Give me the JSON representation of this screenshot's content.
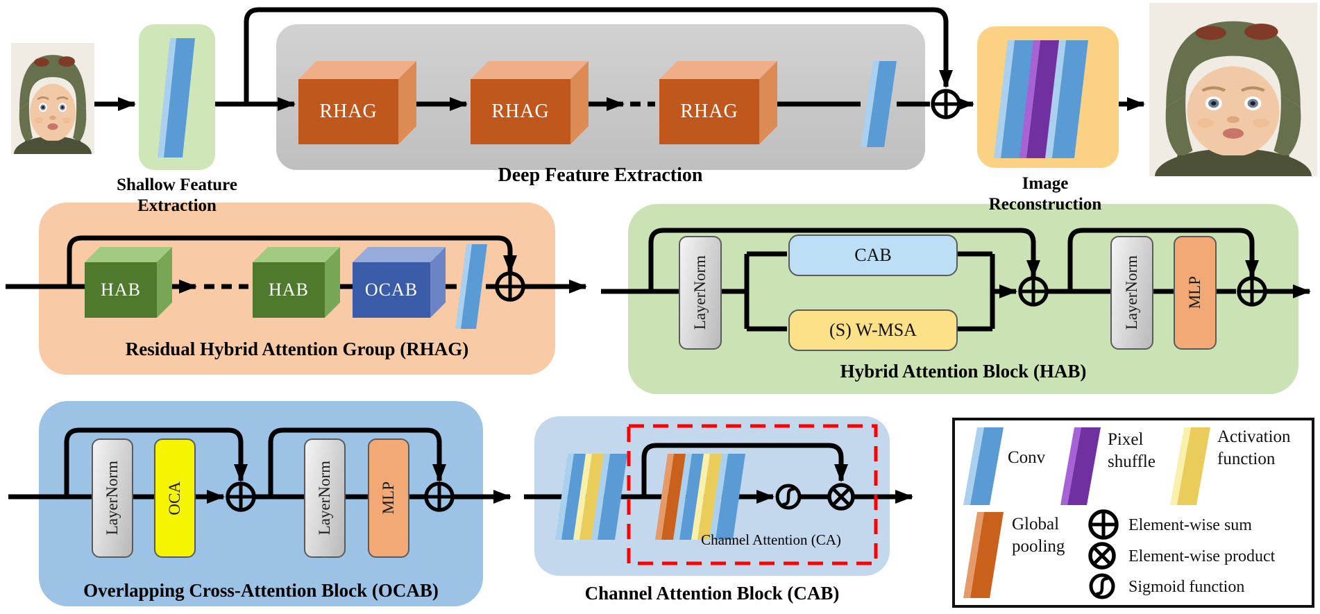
{
  "pipeline": {
    "shallow_line1": "Shallow Feature",
    "shallow_line2": "Extraction",
    "deep_label": "Deep Feature Extraction",
    "recon_line1": "Image",
    "recon_line2": "Reconstruction",
    "rhag1": "RHAG",
    "rhag2": "RHAG",
    "rhag3": "RHAG"
  },
  "rhag": {
    "title": "Residual Hybrid Attention Group (RHAG)",
    "hab1": "HAB",
    "hab2": "HAB",
    "ocab": "OCAB"
  },
  "hab": {
    "title": "Hybrid Attention Block (HAB)",
    "ln1": "LayerNorm",
    "cab": "CAB",
    "wmsa": "(S) W-MSA",
    "ln2": "LayerNorm",
    "mlp": "MLP"
  },
  "ocab": {
    "title": "Overlapping Cross-Attention Block (OCAB)",
    "ln1": "LayerNorm",
    "oca": "OCA",
    "ln2": "LayerNorm",
    "mlp": "MLP"
  },
  "cab": {
    "title": "Channel Attention Block (CAB)",
    "ca_label": "Channel Attention (CA)"
  },
  "legend": {
    "conv": "Conv",
    "pixel_shuffle_1": "Pixel",
    "pixel_shuffle_2": "shuffle",
    "activation_1": "Activation",
    "activation_2": "function",
    "global_1": "Global",
    "global_2": "pooling",
    "sum": "Element-wise sum",
    "product": "Element-wise product",
    "sigmoid": "Sigmoid function"
  },
  "colors": {
    "conv": {
      "face": "#5b9bd5",
      "edge": "#a9d0ef"
    },
    "pixel_shuffle": {
      "face": "#7030a0",
      "edge": "#a763d6"
    },
    "activation": {
      "face": "#e9cc59",
      "edge": "#f9f1a9"
    },
    "global_pooling": {
      "face": "#c9611d",
      "edge": "#e69a68"
    },
    "rhag_cube": {
      "front": "#c0571c",
      "top": "#efae88",
      "side": "#dd8b55"
    },
    "hab_cube": {
      "front": "#4f7a2e",
      "top": "#a2ca80",
      "side": "#77a755"
    },
    "ocab_cube": {
      "front": "#3a5ca8",
      "top": "#95abd9",
      "side": "#6b84c6"
    },
    "section_shallow": "#cfe6b8",
    "section_deep": "#c8c8c8",
    "section_recon": "#fbd284",
    "section_rhag": "#f8cba6",
    "section_hab": "#cbe2b4",
    "section_ocab": "#9cc2e5",
    "section_cab": "#c3d7ed",
    "cab_branch": "#bddff5",
    "wmsa_yellow": "#fde189",
    "mlp_orange": "#f3a976",
    "oca_yellow": "#f5f500",
    "attention_dash_red": "#ff0000"
  }
}
